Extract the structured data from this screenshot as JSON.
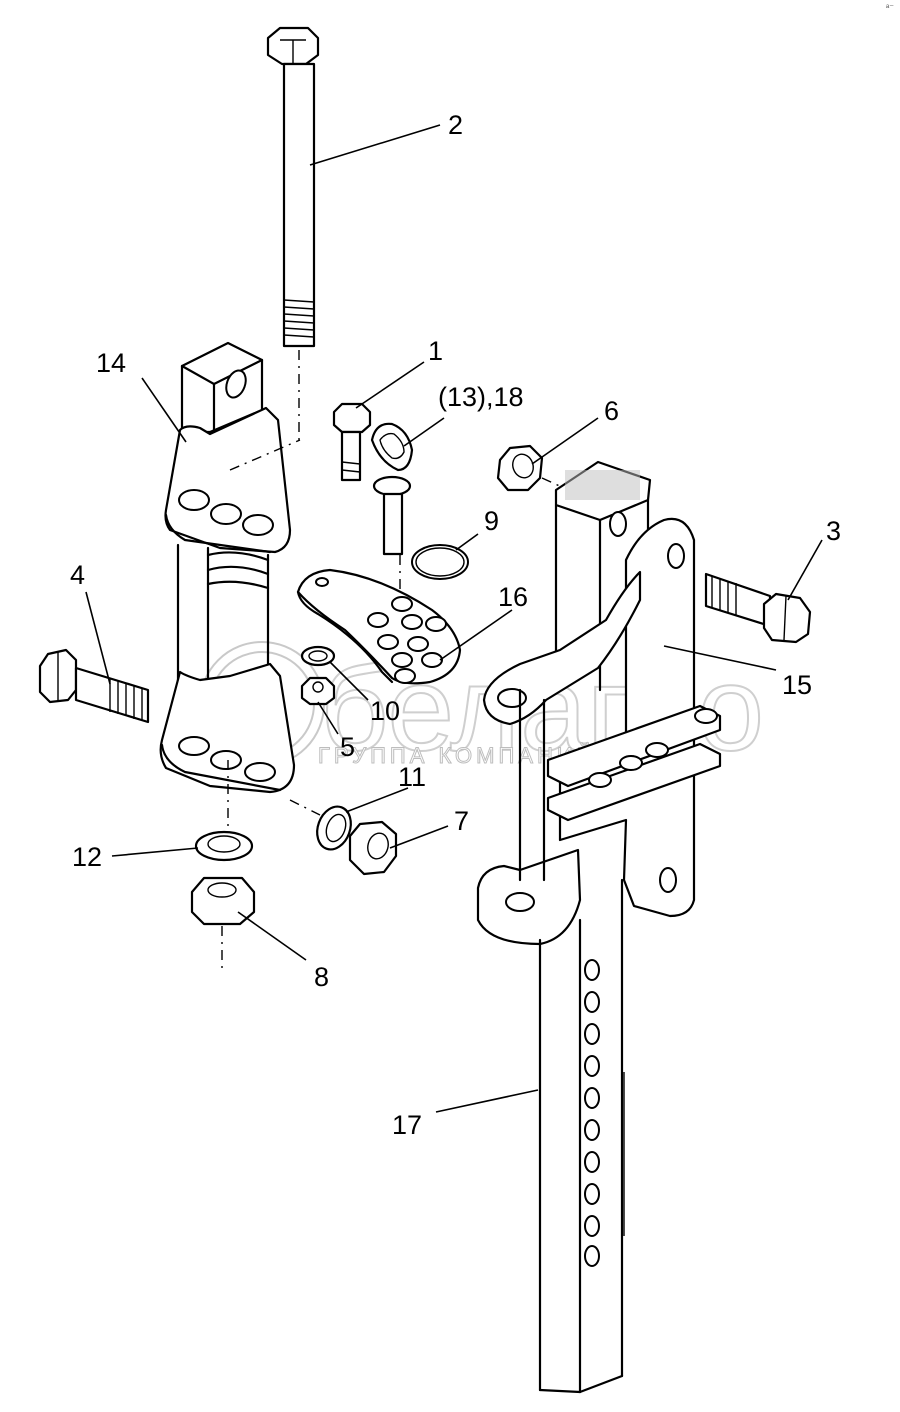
{
  "diagram": {
    "title": "Exploded parts assembly",
    "watermark": {
      "brand": "белагро",
      "subtitle": "ГРУППА КОМПАНИЙ"
    },
    "corner_mark": "ᵃ⁻",
    "callouts": [
      {
        "id": "2",
        "text": "2"
      },
      {
        "id": "14",
        "text": "14"
      },
      {
        "id": "1",
        "text": "1"
      },
      {
        "id": "13-18",
        "text": "(13),18"
      },
      {
        "id": "6",
        "text": "6"
      },
      {
        "id": "9",
        "text": "9"
      },
      {
        "id": "3",
        "text": "3"
      },
      {
        "id": "4",
        "text": "4"
      },
      {
        "id": "16",
        "text": "16"
      },
      {
        "id": "15",
        "text": "15"
      },
      {
        "id": "10",
        "text": "10"
      },
      {
        "id": "5",
        "text": "5"
      },
      {
        "id": "11",
        "text": "11"
      },
      {
        "id": "7",
        "text": "7"
      },
      {
        "id": "12",
        "text": "12"
      },
      {
        "id": "8",
        "text": "8"
      },
      {
        "id": "17",
        "text": "17"
      }
    ]
  }
}
